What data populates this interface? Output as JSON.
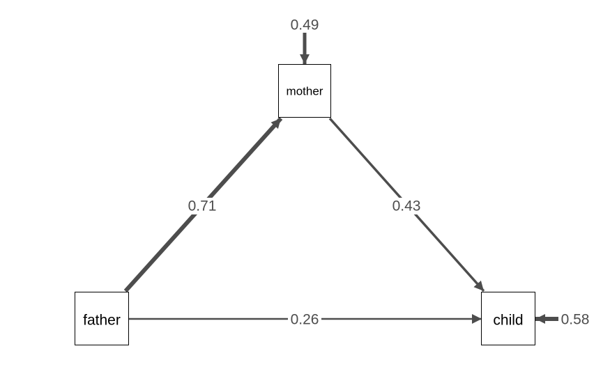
{
  "colors": {
    "edge": "#4d4d4d",
    "node_border": "#000000",
    "node_text": "#000000",
    "background": "#ffffff"
  },
  "nodes": {
    "mother": {
      "label": "mother"
    },
    "father": {
      "label": "father"
    },
    "child": {
      "label": "child"
    }
  },
  "paths": {
    "father_to_mother": {
      "from": "father",
      "to": "mother",
      "coefficient": "0.71"
    },
    "mother_to_child": {
      "from": "mother",
      "to": "child",
      "coefficient": "0.43"
    },
    "father_to_child": {
      "from": "father",
      "to": "child",
      "coefficient": "0.26"
    }
  },
  "residuals": {
    "mother": {
      "node": "mother",
      "value": "0.49"
    },
    "child": {
      "node": "child",
      "value": "0.58"
    }
  }
}
